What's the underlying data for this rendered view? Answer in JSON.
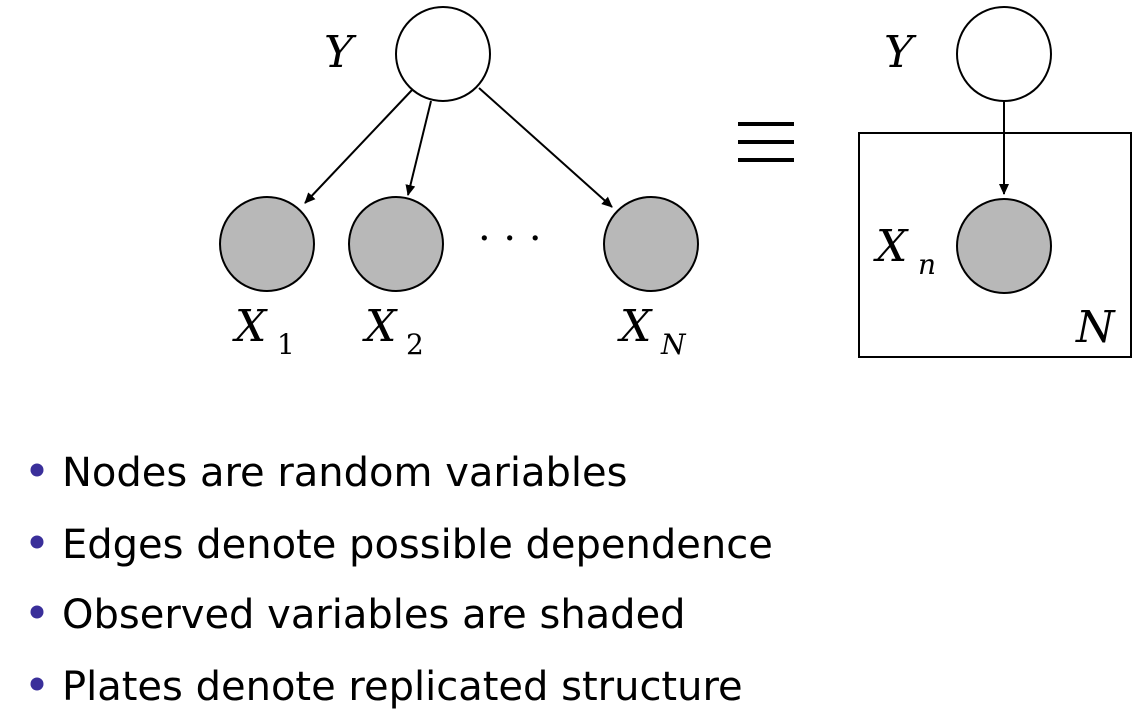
{
  "diagram": {
    "left": {
      "parent": {
        "var": "Y"
      },
      "children": [
        {
          "var": "X",
          "sub": "1"
        },
        {
          "var": "X",
          "sub": "2"
        },
        {
          "var": "X",
          "sub": "N"
        }
      ],
      "ellipsis": "· · ·"
    },
    "equivalence_symbol": "≡",
    "right": {
      "parent": {
        "var": "Y"
      },
      "child": {
        "var": "X",
        "sub": "n"
      },
      "plate_label": "N"
    },
    "colors": {
      "observed_fill": "#b8b8b8",
      "latent_fill": "#ffffff",
      "stroke": "#000000",
      "bullet": "#3a2f9a"
    }
  },
  "bullets": [
    "Nodes are random variables",
    "Edges denote possible dependence",
    "Observed variables are shaded",
    "Plates denote replicated structure"
  ]
}
